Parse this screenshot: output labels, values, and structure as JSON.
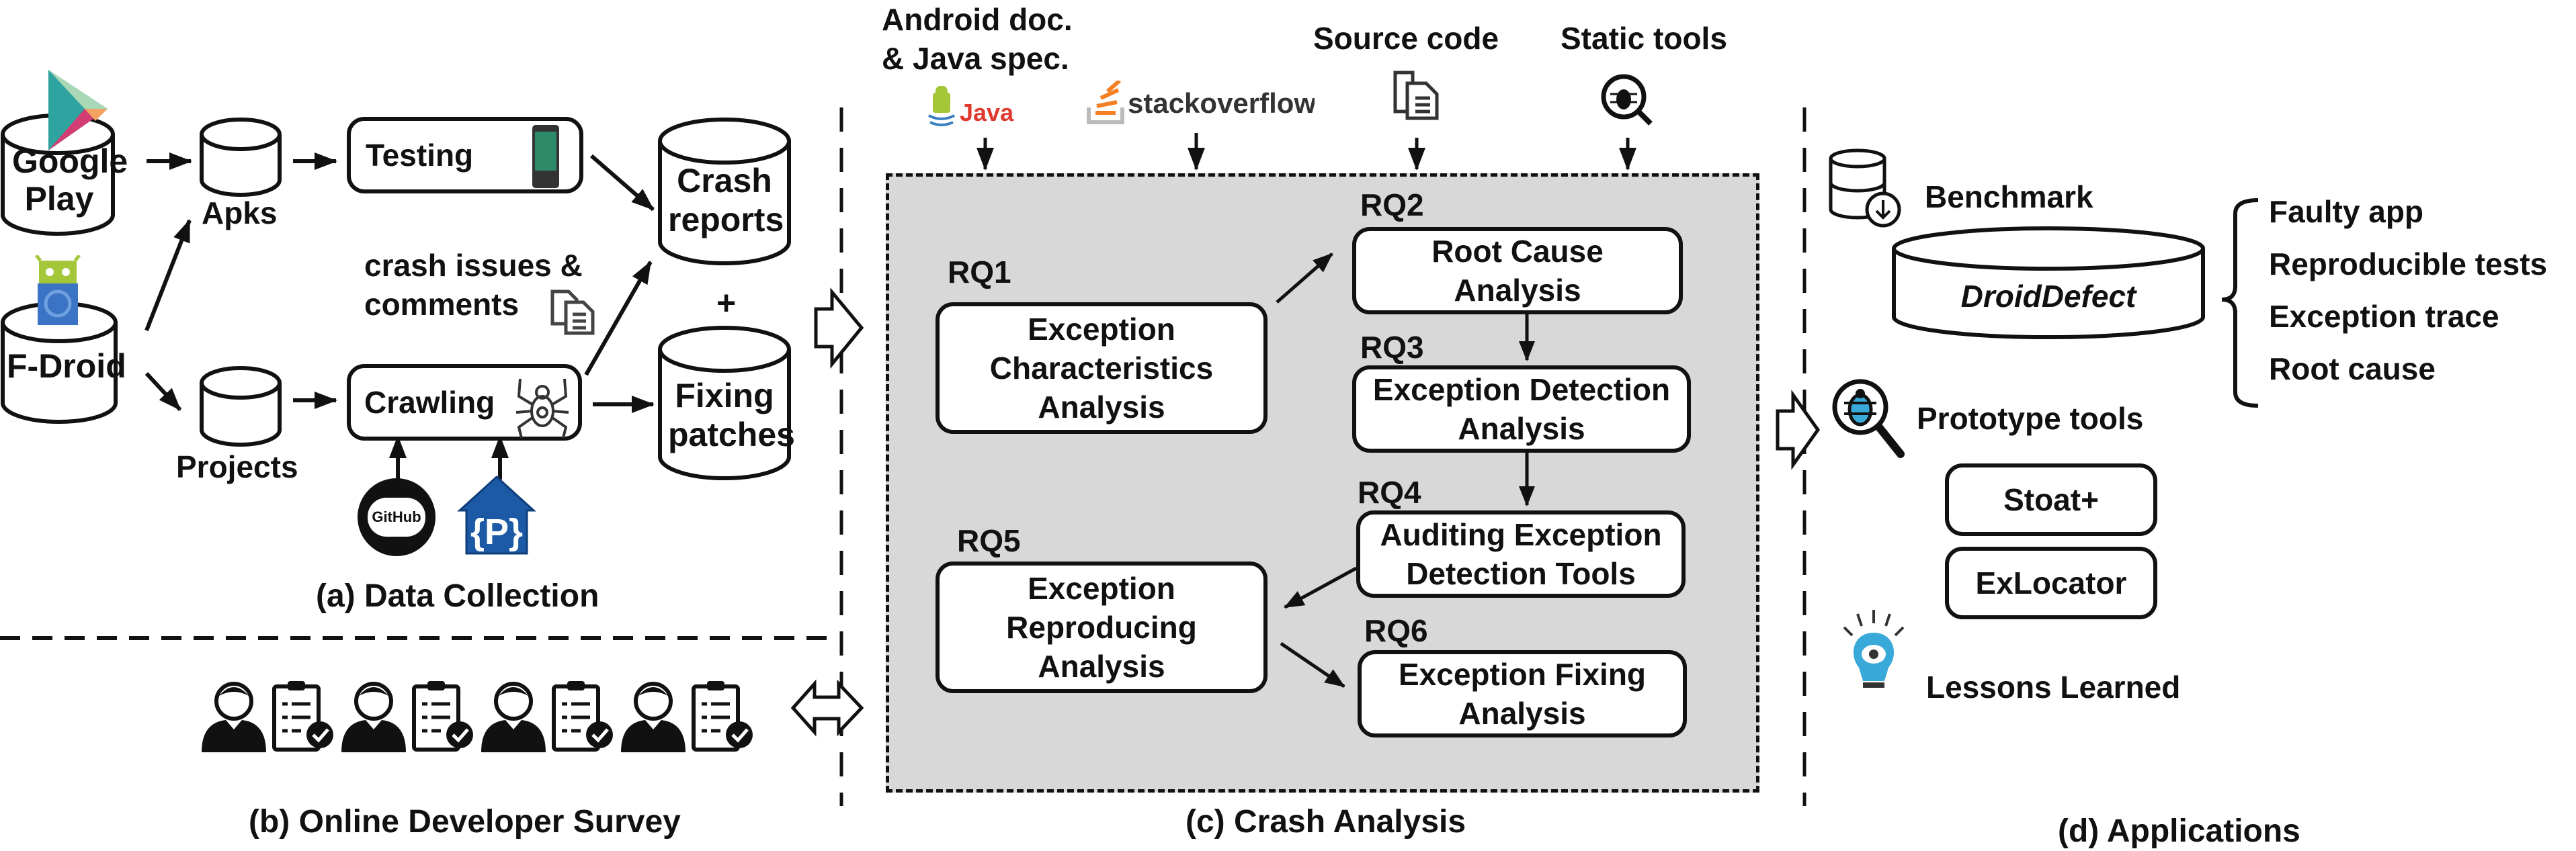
{
  "data_collection": {
    "caption": "(a) Data Collection",
    "sources": {
      "google_play": [
        "Google",
        "Play"
      ],
      "f_droid": "F-Droid"
    },
    "apks": "Apks",
    "projects": "Projects",
    "testing": "Testing",
    "crawling": "Crawling",
    "crash_issues": [
      "crash issues &",
      "comments"
    ],
    "crash_reports": [
      "Crash",
      "reports"
    ],
    "plus": "+",
    "fixing_patches": [
      "Fixing",
      "patches"
    ],
    "github_label": "GitHub",
    "phab_label": "{P}"
  },
  "survey": {
    "caption": "(b) Online Developer Survey",
    "participant_count": 4
  },
  "crash_analysis": {
    "caption": "(c) Crash Analysis",
    "inputs": [
      {
        "label": [
          "Android doc.",
          "& Java spec."
        ],
        "icon": "android-java-icon",
        "icon_text": "Java"
      },
      {
        "label": [],
        "icon": "stackoverflow-icon",
        "icon_text_a": "stack",
        "icon_text_b": "overflow"
      },
      {
        "label": [
          "Source code"
        ],
        "icon": "documents-icon"
      },
      {
        "label": [
          "Static tools"
        ],
        "icon": "bug-search-icon"
      }
    ],
    "rqs": [
      {
        "id": "RQ1",
        "lines": [
          "Exception",
          "Characteristics",
          "Analysis"
        ]
      },
      {
        "id": "RQ2",
        "lines": [
          "Root Cause",
          "Analysis"
        ]
      },
      {
        "id": "RQ3",
        "lines": [
          "Exception Detection",
          "Analysis"
        ]
      },
      {
        "id": "RQ4",
        "lines": [
          "Auditing Exception",
          "Detection Tools"
        ]
      },
      {
        "id": "RQ5",
        "lines": [
          "Exception",
          "Reproducing",
          "Analysis"
        ]
      },
      {
        "id": "RQ6",
        "lines": [
          "Exception Fixing",
          "Analysis"
        ]
      }
    ]
  },
  "applications": {
    "caption": "(d) Applications",
    "benchmark": "Benchmark",
    "droiddefect": "DroidDefect",
    "benchmark_items": [
      "Faulty app",
      "Reproducible tests",
      "Exception trace",
      "Root cause"
    ],
    "prototype_tools": "Prototype tools",
    "tools": [
      "Stoat+",
      "ExLocator"
    ],
    "lessons": "Lessons Learned"
  },
  "colors": {
    "analysis_bg": "#d8d8d8",
    "stroke": "#111111",
    "java_red": "#e03a2f",
    "so_orange": "#f48024",
    "android_green": "#a4c639",
    "fdroid_blue": "#3b74c4",
    "phab_blue": "#1d5aa6",
    "bulb_blue": "#38a9d8"
  }
}
